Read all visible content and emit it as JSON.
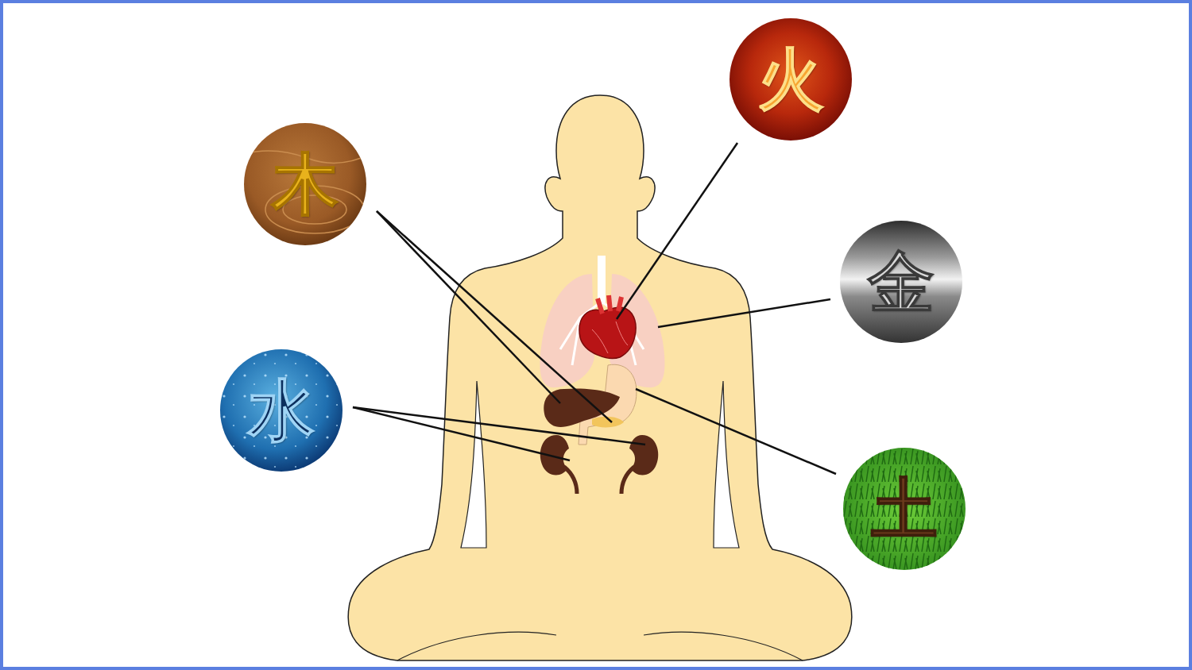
{
  "diagram": {
    "nodes": [
      {
        "text": [
          "火"
        ]
      },
      {
        "text": [
          "木"
        ]
      },
      {
        "text": [
          "金"
        ]
      },
      {
        "text": [
          "水"
        ]
      },
      {
        "text": [
          "土"
        ]
      }
    ]
  }
}
